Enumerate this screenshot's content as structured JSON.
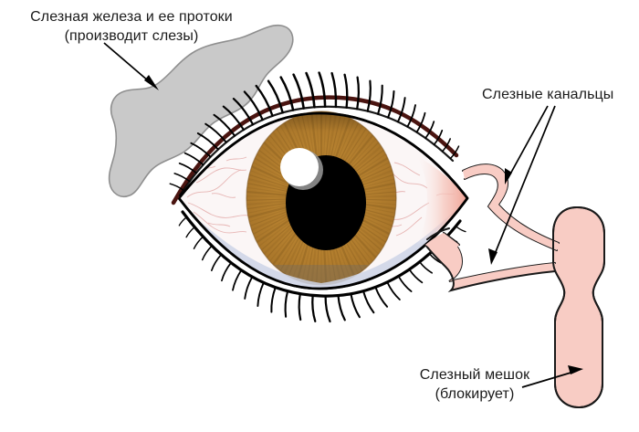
{
  "diagram": {
    "title": "Anatomy of the lacrimal (tear) system of the human eye",
    "language": "ru",
    "background_color": "#ffffff"
  },
  "labels": {
    "lacrimal_gland": {
      "line1": "Слезная железа и ее протоки",
      "line2": "(производит слезы)"
    },
    "canaliculi": {
      "line1": "Слезные канальцы"
    },
    "lacrimal_sac": {
      "line1": "Слезный мешок",
      "line2": "(блокирует)"
    }
  },
  "colors": {
    "text": "#1a1a1a",
    "gland_fill": "#c9c9c9",
    "gland_stroke": "#8f8f8f",
    "duct_fill": "#f8ccc4",
    "duct_stroke": "#1a1a1a",
    "sclera_fill": "#fbf6f6",
    "sclera_vessels": "#e8b8b8",
    "iris_fill": "#b5802f",
    "iris_stroke": "#8a5f20",
    "iris_rays": "#8a5f20",
    "pupil_fill": "#000000",
    "highlight_fill": "#ffffff",
    "highlight_shadow": "#9a9a9a",
    "lash_color": "#000000",
    "lid_crease": "#4a1410",
    "tear_film": "#ccd4e6",
    "caruncle": "#f0a89c",
    "arrow_color": "#000000"
  },
  "parts": {
    "gland": "lacrimal-gland",
    "upper_canaliculus": "upper-lacrimal-canaliculus",
    "lower_canaliculus": "lower-lacrimal-canaliculus",
    "sac": "lacrimal-sac",
    "iris": "iris",
    "pupil": "pupil",
    "sclera": "sclera",
    "upper_lashes": "upper-eyelashes",
    "lower_lashes": "lower-eyelashes"
  }
}
